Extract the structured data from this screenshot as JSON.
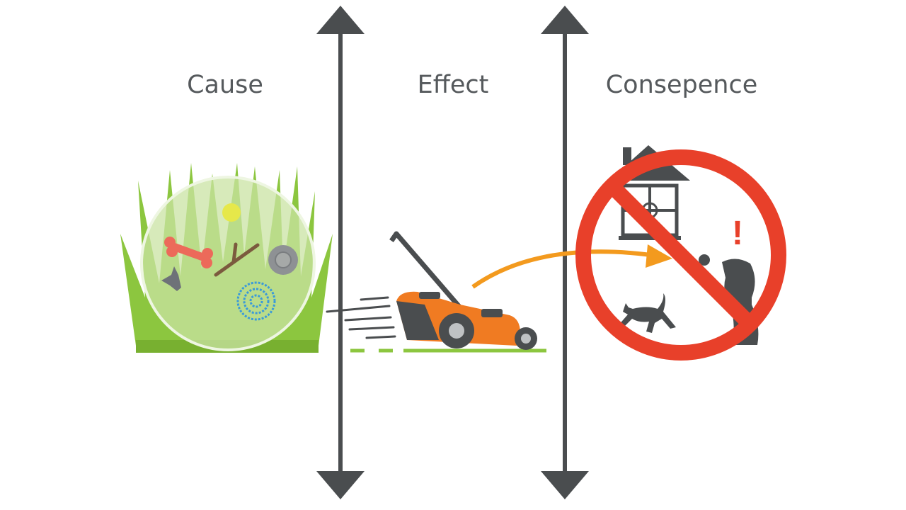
{
  "columns": [
    {
      "title": "Cause",
      "illustration": "grass-with-hidden-objects"
    },
    {
      "title": "Effect",
      "illustration": "lawn-mower"
    },
    {
      "title": "Consepence",
      "illustration": "prohibited-debris-hazard"
    }
  ],
  "colors": {
    "axis": "#4a4d4f",
    "grass": "#8cc63f",
    "mower": "#f07b22",
    "arrow": "#f39a1e",
    "prohibit": "#e8402a"
  }
}
